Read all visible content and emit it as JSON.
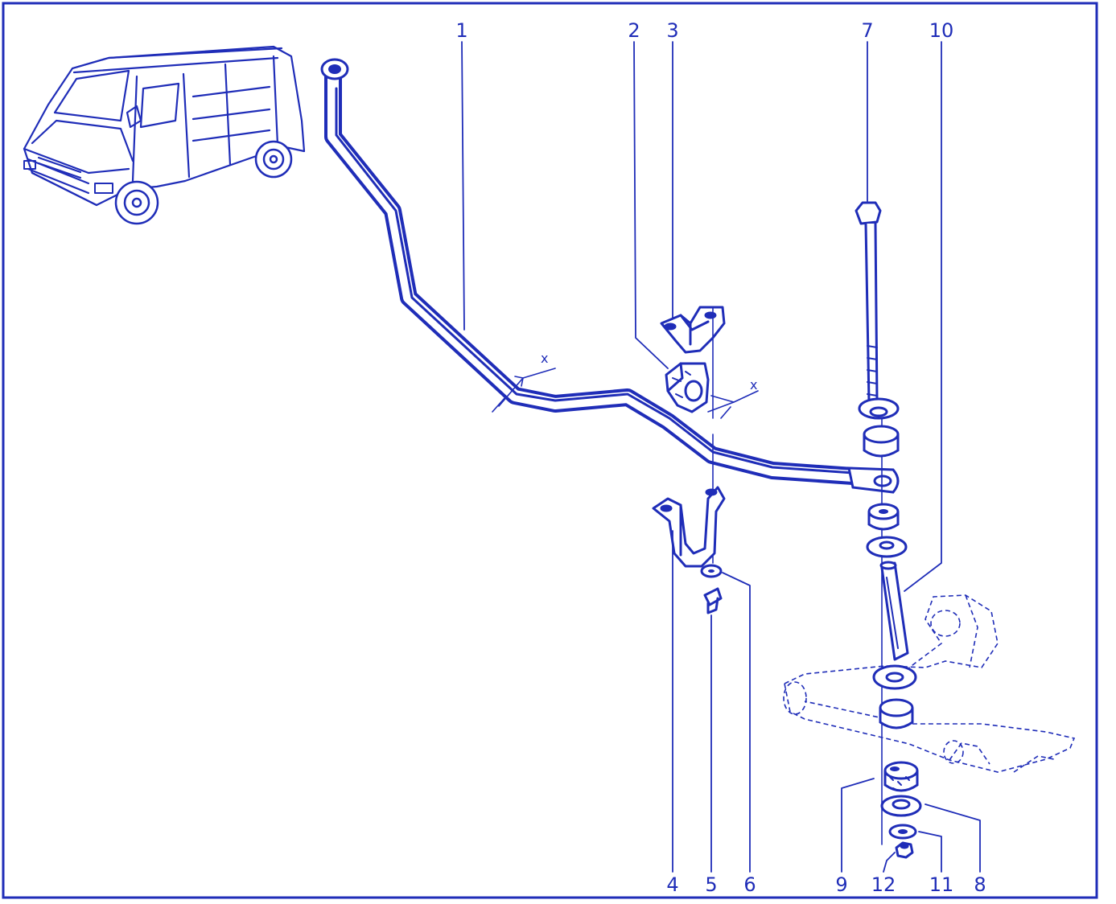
{
  "colors": {
    "ink": "#1f2db8",
    "background": "#ffffff"
  },
  "dimension_marks": {
    "bar_diameter": "x",
    "bush_diameter": "x"
  },
  "parts": [
    {
      "number": "1",
      "component": "anti-roll bar"
    },
    {
      "number": "2",
      "component": "bar bush"
    },
    {
      "number": "3",
      "component": "upper clamp"
    },
    {
      "number": "4",
      "component": "lower clamp"
    },
    {
      "number": "5",
      "component": "bolt"
    },
    {
      "number": "6",
      "component": "washer"
    },
    {
      "number": "7",
      "component": "link bolt"
    },
    {
      "number": "8",
      "component": "cup washer"
    },
    {
      "number": "9",
      "component": "rubber bush"
    },
    {
      "number": "10",
      "component": "spacer tube"
    },
    {
      "number": "11",
      "component": "washer"
    },
    {
      "number": "12",
      "component": "nut"
    }
  ]
}
